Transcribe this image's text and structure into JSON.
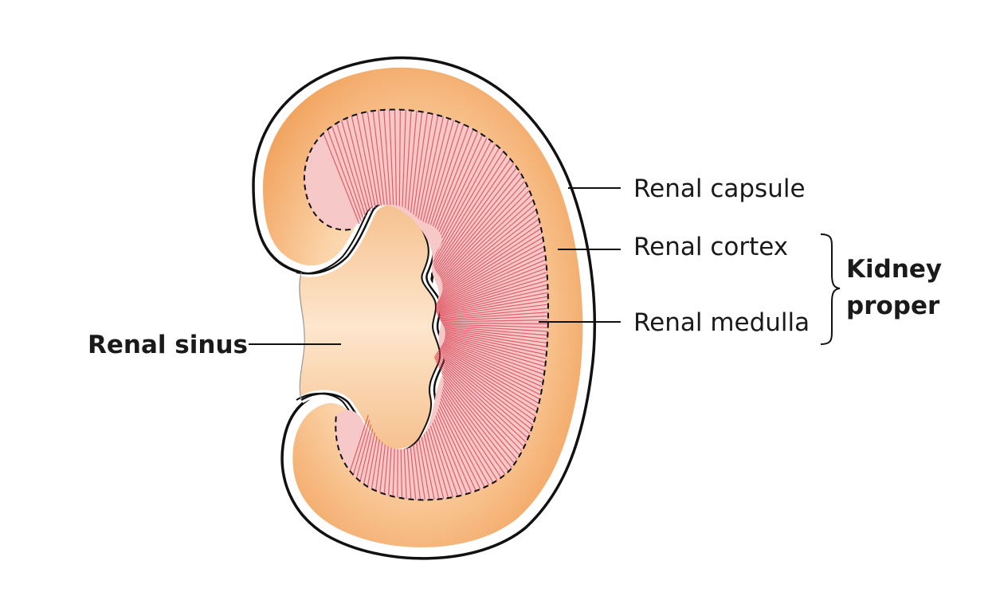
{
  "labels": {
    "capsule": "Renal capsule",
    "cortex": "Renal cortex",
    "medulla": "Renal medulla",
    "sinus": "Renal sinus",
    "group_line1": "Kidney",
    "group_line2": "proper"
  },
  "colors": {
    "capsule_outline": "#111111",
    "cortex_edge": "#f3a868",
    "cortex_center": "#fde3c6",
    "medulla_fill": "#f6c3c3",
    "medulla_rays": "#d8394a",
    "sinus_fill": "#f7c99a",
    "background": "#ffffff"
  }
}
